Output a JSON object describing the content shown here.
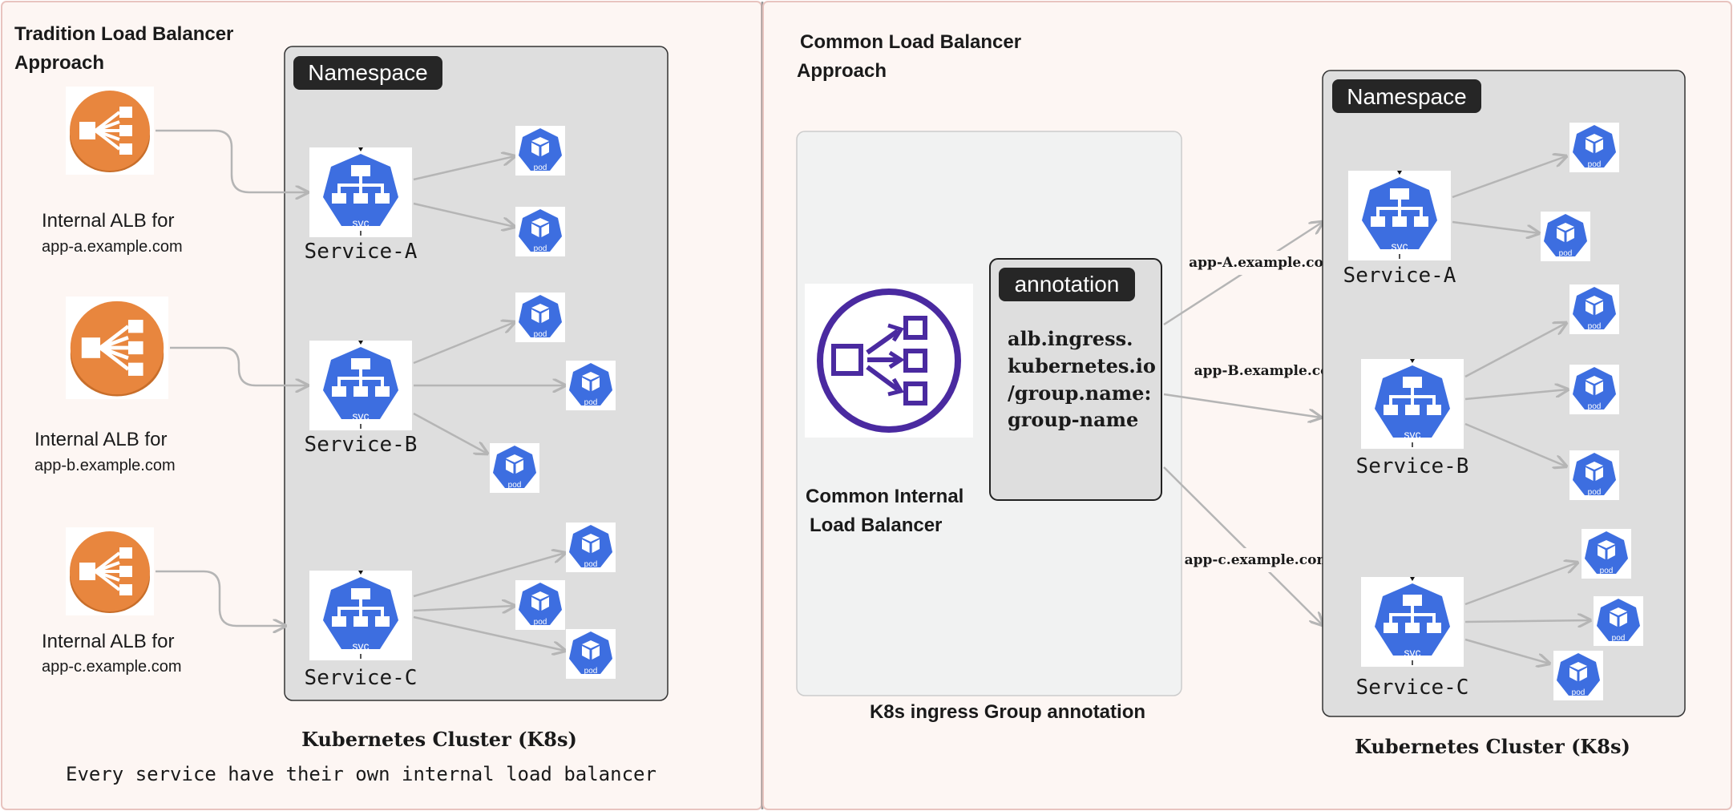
{
  "colors": {
    "panel_bg": "#fdf6f3",
    "panel_border": "#e8c4bf",
    "namespace_bg": "#dedede",
    "namespace_border": "#333333",
    "namespace_tag_bg": "#262626",
    "arrow": "#b5b5b5",
    "svc_blue": "#3d6ee0",
    "alb_orange": "#e8863e",
    "alb_shadow": "#c86e2a",
    "elb_purple": "#4a2aa0",
    "lb_box_bg": "#f1f2f2",
    "lb_box_border": "#cccccc"
  },
  "icons": {
    "alb": "application-load-balancer-icon",
    "svc": "kubernetes-service-icon",
    "pod": "kubernetes-pod-icon",
    "elb": "elastic-load-balancing-icon"
  },
  "left": {
    "title_line1": "Tradition Load Balancer",
    "title_line2": "Approach",
    "namespace_label": "Namespace",
    "albs": [
      {
        "label_line1": "Internal ALB for",
        "label_line2": "app-a.example.com"
      },
      {
        "label_line1": "Internal ALB for",
        "label_line2": "app-b.example.com"
      },
      {
        "label_line1": "Internal ALB for",
        "label_line2": "app-c.example.com"
      }
    ],
    "services": [
      {
        "label": "Service-A",
        "svc_text": "svc"
      },
      {
        "label": "Service-B",
        "svc_text": "svc"
      },
      {
        "label": "Service-C",
        "svc_text": "svc"
      }
    ],
    "pod_text": "pod",
    "cluster_label": "Kubernetes Cluster (K8s)",
    "footer": "Every service have their own internal load balancer"
  },
  "right": {
    "title_line1": "Common Load Balancer",
    "title_line2": "Approach",
    "lb_label_line1": "Common Internal",
    "lb_label_line2": "Load Balancer",
    "annotation_tag": "annotation",
    "annotation_lines": [
      "alb.ingress.",
      "kubernetes.io",
      "/group.name:",
      "group-name"
    ],
    "ingress_caption": "K8s ingress Group annotation",
    "routes": [
      "app-A.example.com",
      "app-B.example.com",
      "app-c.example.com"
    ],
    "namespace_label": "Namespace",
    "services": [
      {
        "label": "Service-A",
        "svc_text": "svc"
      },
      {
        "label": "Service-B",
        "svc_text": "svc"
      },
      {
        "label": "Service-C",
        "svc_text": "svc"
      }
    ],
    "pod_text": "pod",
    "cluster_label": "Kubernetes Cluster (K8s)"
  }
}
